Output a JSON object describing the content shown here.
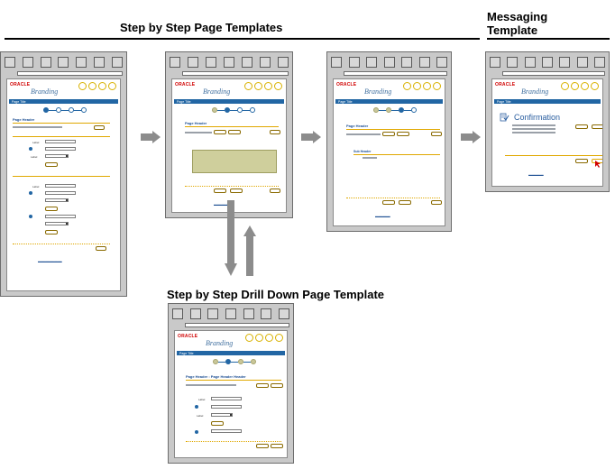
{
  "headings": {
    "step_by_step": "Step by Step Page Templates",
    "messaging_line1": "Messaging",
    "messaging_line2": "Template",
    "drill_down": "Step by Step Drill Down Page Template"
  },
  "mockup": {
    "logo_text": "ORACLE",
    "branding_text": "Branding",
    "page_title": "Page Title",
    "page_header": "Page Header",
    "drill_page_header": "Page Header : Page Header Header",
    "confirmation_text": "Confirmation",
    "sub_header": "Sub Header"
  },
  "colors": {
    "title_bar": "#2266a4",
    "accent_gold": "#e0a800",
    "frame_gray": "#c9c9c9"
  }
}
